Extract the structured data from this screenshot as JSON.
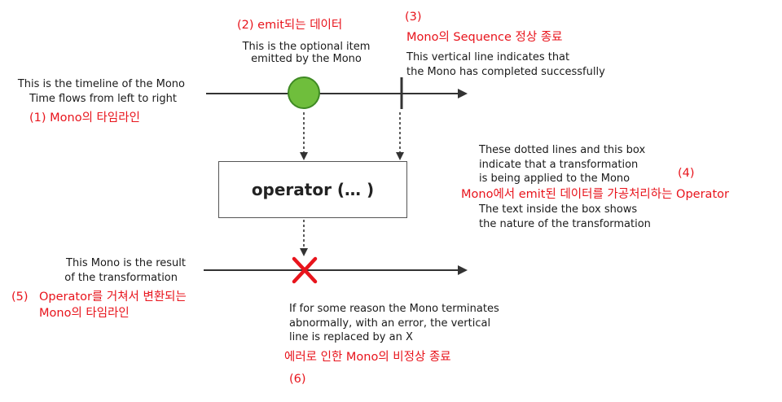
{
  "timeline_top": {
    "desc_line1": "This is the timeline of the Mono",
    "desc_line2": "Time flows from left to right",
    "ann_num": "(1)",
    "ann_text": "Mono의 타임라인"
  },
  "emitted_item": {
    "ann_num": "(2)",
    "ann_text": "emit되는 데이터",
    "desc_line1": "This is the optional item",
    "desc_line2": "emitted by the Mono"
  },
  "completion": {
    "ann_num": "(3)",
    "ann_text": "Mono의 Sequence 정상 종료",
    "desc_line1": "This vertical line indicates that",
    "desc_line2": "the Mono has completed successfully"
  },
  "operator": {
    "label": "operator (… )",
    "desc_line1": "These dotted lines and this box",
    "desc_line2": "indicate that a transformation",
    "desc_line3": "is being applied to the Mono",
    "ann_num": "(4)",
    "ann_text": "Mono에서 emit된 데이터를 가공처리하는 Operator",
    "desc_line4": "The text inside the box shows",
    "desc_line5": "the nature of the transformation"
  },
  "result_timeline": {
    "desc_line1": "This Mono is the result",
    "desc_line2": "of the transformation",
    "ann_num": "(5)",
    "ann_text_line1": "Operator를 거쳐서 변환되는",
    "ann_text_line2": "Mono의 타임라인"
  },
  "error": {
    "desc_line1": "If for some reason the Mono terminates",
    "desc_line2": "abnormally, with an error, the vertical",
    "desc_line3": "line is replaced by an X",
    "ann_text": "에러로 인한 Mono의 비정상 종료",
    "ann_num": "(6)"
  },
  "colors": {
    "annotation": "#e8141c",
    "item_fill": "#6fbe3c",
    "item_stroke": "#3f8a24",
    "line": "#333333",
    "error_x": "#e8141c"
  }
}
